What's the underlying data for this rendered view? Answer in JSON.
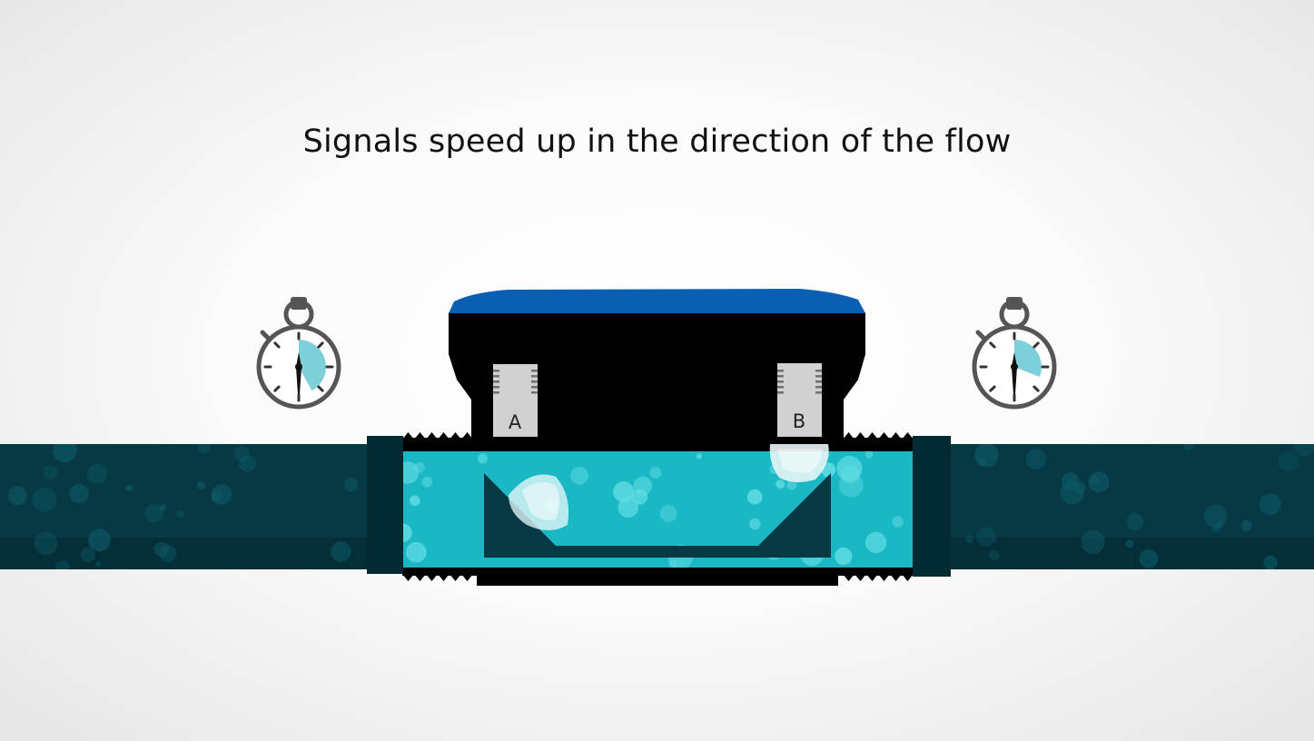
{
  "caption": "Signals speed up in the direction of the flow",
  "sensors": [
    {
      "id": "a",
      "label": "A"
    },
    {
      "id": "b",
      "label": "B"
    }
  ],
  "colors": {
    "pipe": "#063944",
    "pipe_dark": "#032c34",
    "water": "#1ab8c4",
    "housing": "#000000",
    "cap": "#0a5fb4",
    "stopwatch_frame": "#555555",
    "stopwatch_fill": "#7dd0da",
    "transducer": "#cfcfcf"
  },
  "icons": [
    "stopwatch-icon",
    "stopwatch-icon"
  ],
  "stopwatches": [
    {
      "id": "left",
      "elapsed_fraction": 0.42
    },
    {
      "id": "right",
      "elapsed_fraction": 0.31
    }
  ]
}
